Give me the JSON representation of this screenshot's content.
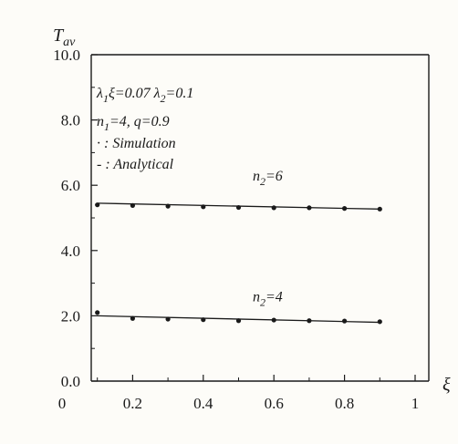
{
  "chart_data": {
    "type": "line",
    "ylabel_main": "T",
    "ylabel_sub": "av",
    "xlabel": "ξ",
    "xlim": [
      0,
      1
    ],
    "ylim": [
      0,
      10
    ],
    "x_ticks": [
      0,
      0.2,
      0.4,
      0.6,
      0.8,
      1
    ],
    "x_tick_labels": [
      "0",
      "0.2",
      "0.4",
      "0.6",
      "0.8",
      "1"
    ],
    "y_ticks": [
      0,
      2,
      4,
      6,
      8,
      10
    ],
    "y_tick_labels": [
      "0.0",
      "2.0",
      "4.0",
      "6.0",
      "8.0",
      "10.0"
    ],
    "annotations": {
      "params_line1_a": "λ",
      "params_line1_a_sub": "1",
      "params_line1_b": "ξ=0.07  λ",
      "params_line1_b_sub": "2",
      "params_line1_c": "=0.1",
      "params_line2_a": "n",
      "params_line2_a_sub": "1",
      "params_line2_b": "=4, q=0.9",
      "legend_sim": "· : Simulation",
      "legend_ana": "- : Analytical"
    },
    "series": [
      {
        "label_main": "n",
        "label_sub": "2",
        "label_rest": "=6",
        "label_pos": [
          0.54,
          6.15
        ],
        "simulation": {
          "x": [
            0.1,
            0.2,
            0.3,
            0.4,
            0.5,
            0.6,
            0.7,
            0.8,
            0.9
          ],
          "y": [
            5.4,
            5.38,
            5.36,
            5.34,
            5.32,
            5.31,
            5.31,
            5.29,
            5.27
          ]
        },
        "analytical": {
          "x": [
            0.1,
            0.9
          ],
          "y": [
            5.45,
            5.27
          ]
        }
      },
      {
        "label_main": "n",
        "label_sub": "2",
        "label_rest": "=4",
        "label_pos": [
          0.54,
          2.45
        ],
        "simulation": {
          "x": [
            0.1,
            0.2,
            0.3,
            0.4,
            0.5,
            0.6,
            0.7,
            0.8,
            0.9
          ],
          "y": [
            2.1,
            1.92,
            1.9,
            1.88,
            1.85,
            1.87,
            1.85,
            1.84,
            1.82
          ]
        },
        "analytical": {
          "x": [
            0.1,
            0.9
          ],
          "y": [
            2.0,
            1.8
          ]
        }
      }
    ]
  }
}
